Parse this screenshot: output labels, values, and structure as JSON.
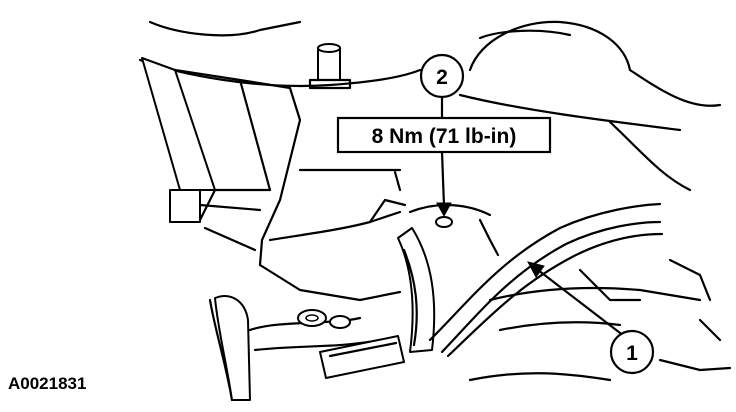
{
  "diagram": {
    "callouts": [
      {
        "id": "callout-1",
        "label": "1"
      },
      {
        "id": "callout-2",
        "label": "2"
      }
    ],
    "torque_spec": "8 Nm (71 lb-in)",
    "figure_id": "A0021831"
  }
}
